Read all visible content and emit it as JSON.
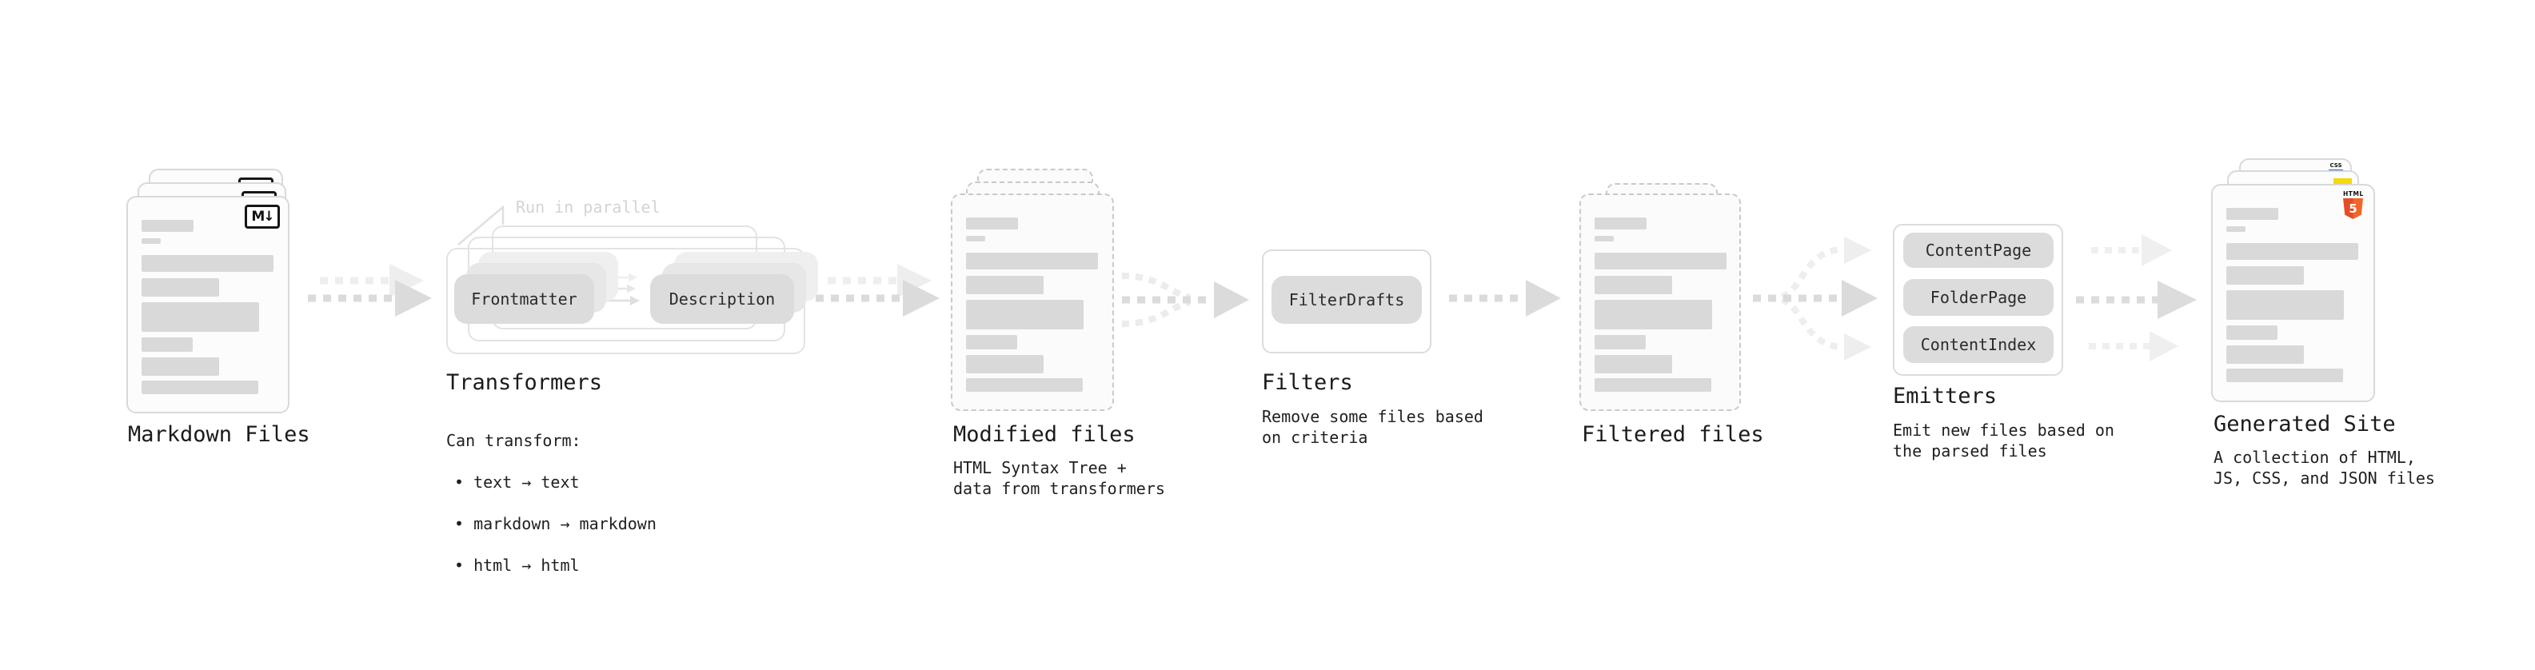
{
  "sections": {
    "markdown_files": {
      "label": "Markdown Files"
    },
    "transformers": {
      "label": "Transformers",
      "annotation": "Run in parallel",
      "pill_left": "Frontmatter",
      "pill_right": "Description",
      "caption_title": "Can transform:",
      "bullets": [
        "• text → text",
        "• markdown → markdown",
        "• html → html"
      ]
    },
    "modified_files": {
      "label": "Modified files",
      "caption": "HTML Syntax Tree +\ndata from transformers"
    },
    "filters": {
      "label": "Filters",
      "pill": "FilterDrafts",
      "caption": "Remove some files based\non criteria"
    },
    "filtered_files": {
      "label": "Filtered files"
    },
    "emitters": {
      "label": "Emitters",
      "pills": [
        "ContentPage",
        "FolderPage",
        "ContentIndex"
      ],
      "caption": "Emit new files based on\nthe parsed files"
    },
    "generated_site": {
      "label": "Generated Site",
      "caption": "A collection of HTML,\nJS, CSS, and JSON files"
    }
  },
  "icons": {
    "markdown_badge": "M↓",
    "css_badge": "CSS",
    "html5_badge_label": "HTML",
    "html5_badge_number": "5"
  },
  "colors": {
    "card_border": "#d9d9d9",
    "dashed_border": "#c9c9c9",
    "bar_gray": "#d9d9d9",
    "pill_gray": "#dcdcdc",
    "arrow_dark": "#dbdbdb",
    "arrow_light": "#eeeeee",
    "annotation_gray": "#d4d4d4",
    "accent_orange": "#f16529",
    "accent_blue": "#2760e6",
    "accent_yellow": "#f5d90a"
  }
}
